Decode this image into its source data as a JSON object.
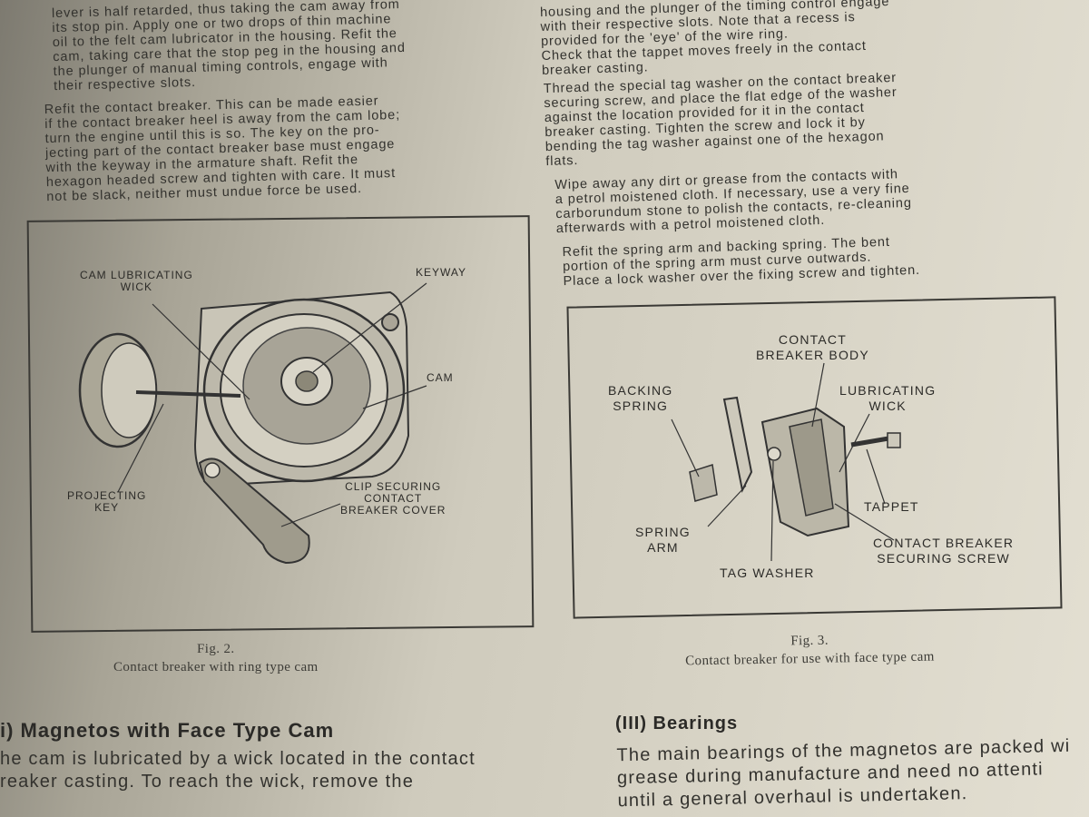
{
  "left_column": {
    "para1": [
      "lever is half retarded, thus taking the cam away from",
      "its stop pin. Apply one or two drops of thin machine",
      "oil to the felt cam lubricator in the housing. Refit the",
      "cam, taking care that the stop peg in the housing and",
      "the plunger of manual timing controls, engage with",
      "their respective slots."
    ],
    "para2": [
      "Refit the contact breaker. This can be made easier",
      "if the contact breaker heel is away from the cam lobe;",
      "turn the engine until this is so. The key on the pro-",
      "jecting part of the contact breaker base must engage",
      "with the keyway in the armature shaft. Refit the",
      "hexagon headed screw and tighten with care. It must",
      "not be slack, neither must undue force be used."
    ]
  },
  "right_column": {
    "para1": [
      "housing and the plunger of the timing control engage",
      "with their respective slots. Note that a recess is",
      "provided for the 'eye' of the wire ring.",
      "Check that the tappet moves freely in the contact",
      "breaker casting."
    ],
    "para2": [
      "Thread the special tag washer on the contact breaker",
      "securing screw, and place the flat edge of the washer",
      "against the location provided for it in the contact",
      "breaker casting. Tighten the screw and lock it by",
      "bending the tag washer against one of the hexagon",
      "flats."
    ],
    "para3": [
      "Wipe away any dirt or grease from the contacts with",
      "a petrol moistened cloth. If necessary, use a very fine",
      "carborundum stone to polish the contacts, re-cleaning",
      "afterwards with a petrol moistened cloth."
    ],
    "para4": [
      "Refit the spring arm and backing spring. The bent",
      "portion of the spring arm must curve outwards.",
      "Place a lock washer over the fixing screw and tighten."
    ]
  },
  "fig2": {
    "labels": {
      "cam_lubricating_wick": [
        "CAM LUBRICATING",
        "WICK"
      ],
      "keyway": [
        "KEYWAY"
      ],
      "cam": [
        "CAM"
      ],
      "projecting_key": [
        "PROJECTING",
        "KEY"
      ],
      "clip_securing": [
        "CLIP SECURING",
        "CONTACT",
        "BREAKER COVER"
      ]
    },
    "caption_number": "Fig. 2.",
    "caption_text": "Contact breaker with ring type cam"
  },
  "fig3": {
    "labels": {
      "contact_breaker_body": [
        "CONTACT",
        "BREAKER BODY"
      ],
      "backing_spring": [
        "BACKING",
        "SPRING"
      ],
      "lubricating_wick": [
        "LUBRICATING",
        "WICK"
      ],
      "tappet": [
        "TAPPET"
      ],
      "spring_arm": [
        "SPRING",
        "ARM"
      ],
      "tag_washer": [
        "TAG WASHER"
      ],
      "securing_screw": [
        "CONTACT BREAKER",
        "SECURING SCREW"
      ]
    },
    "caption_number": "Fig. 3.",
    "caption_text": "Contact breaker for use with face type cam"
  },
  "section_left": {
    "heading": "i) Magnetos with Face Type Cam",
    "lines": [
      "he cam is lubricated by a wick located in the contact",
      "reaker casting.  To reach the wick, remove the"
    ]
  },
  "section_right": {
    "heading": "(III) Bearings",
    "lines": [
      "The main bearings of the magnetos are packed wi",
      "grease during manufacture and need no attenti",
      "until a general overhaul is undertaken."
    ]
  }
}
